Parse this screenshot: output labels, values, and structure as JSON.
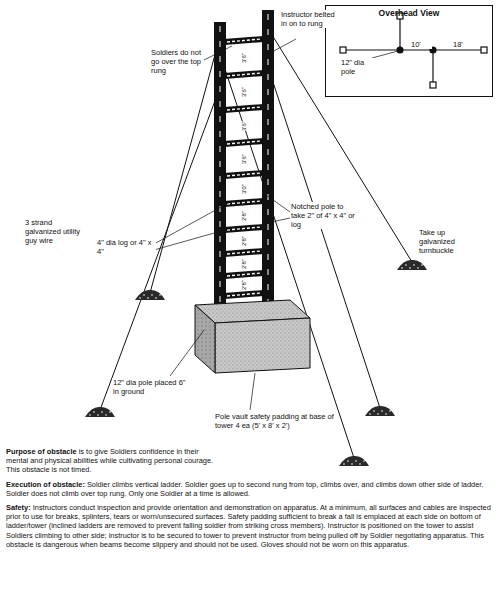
{
  "diagram": {
    "nodes": [
      {
        "text": [
          "Overhead View"
        ]
      }
    ],
    "labels": [
      "Instructor belted in on to rung",
      "Soldiers do not go over the top rung",
      "3 strand galvanized utility guy wire",
      "4\" dia log or 4\" x 4\"",
      "Notched pole to take 2\" of 4\" x 4\" or log",
      "Take up galvanized turnbuckle",
      "12\" dia pole placed 6\" in ground",
      "Pole vault safety padding at base of tower 4 ea (5' x 8' x 2')",
      "3'6\"",
      "3'6\"",
      "3'6\"",
      "3'6\"",
      "3'0\"",
      "2'8\"",
      "2'8\"",
      "2'8\"",
      "2'8\"",
      "10'",
      "18'",
      "12\" dia pole",
      "Purpose of obstacle",
      "is to give Soldiers confidence in their mental and physical abilities while cultivating personal courage. This obstacle is not timed.",
      "Execution of obstacle:",
      "Soldier climbs vertical ladder. Soldier goes up to second rung from top, climbs over, and climbs down other side of ladder. Soldier does not climb over top rung. Only one Soldier at a time is allowed.",
      "Safety:",
      "Instructors conduct inspection and provide orientation and demonstration on apparatus. At a minimum, all surfaces and cables are inspected prior to use for breaks, splinters, tears or worn/unsecured surfaces. Safety padding sufficient to break a fall is emplaced at each side on bottom of ladder/tower (inclined ladders are removed to prevent falling soldier from striking cross members). Instructor is positioned on the tower to assist Soldiers climbing to other side; instructor is to be secured to tower to prevent instructor from being pulled off by Soldier negotiating apparatus. This obstacle is dangerous when beams become slippery and should not be used. Gloves should not be worn on this apparatus."
    ]
  }
}
